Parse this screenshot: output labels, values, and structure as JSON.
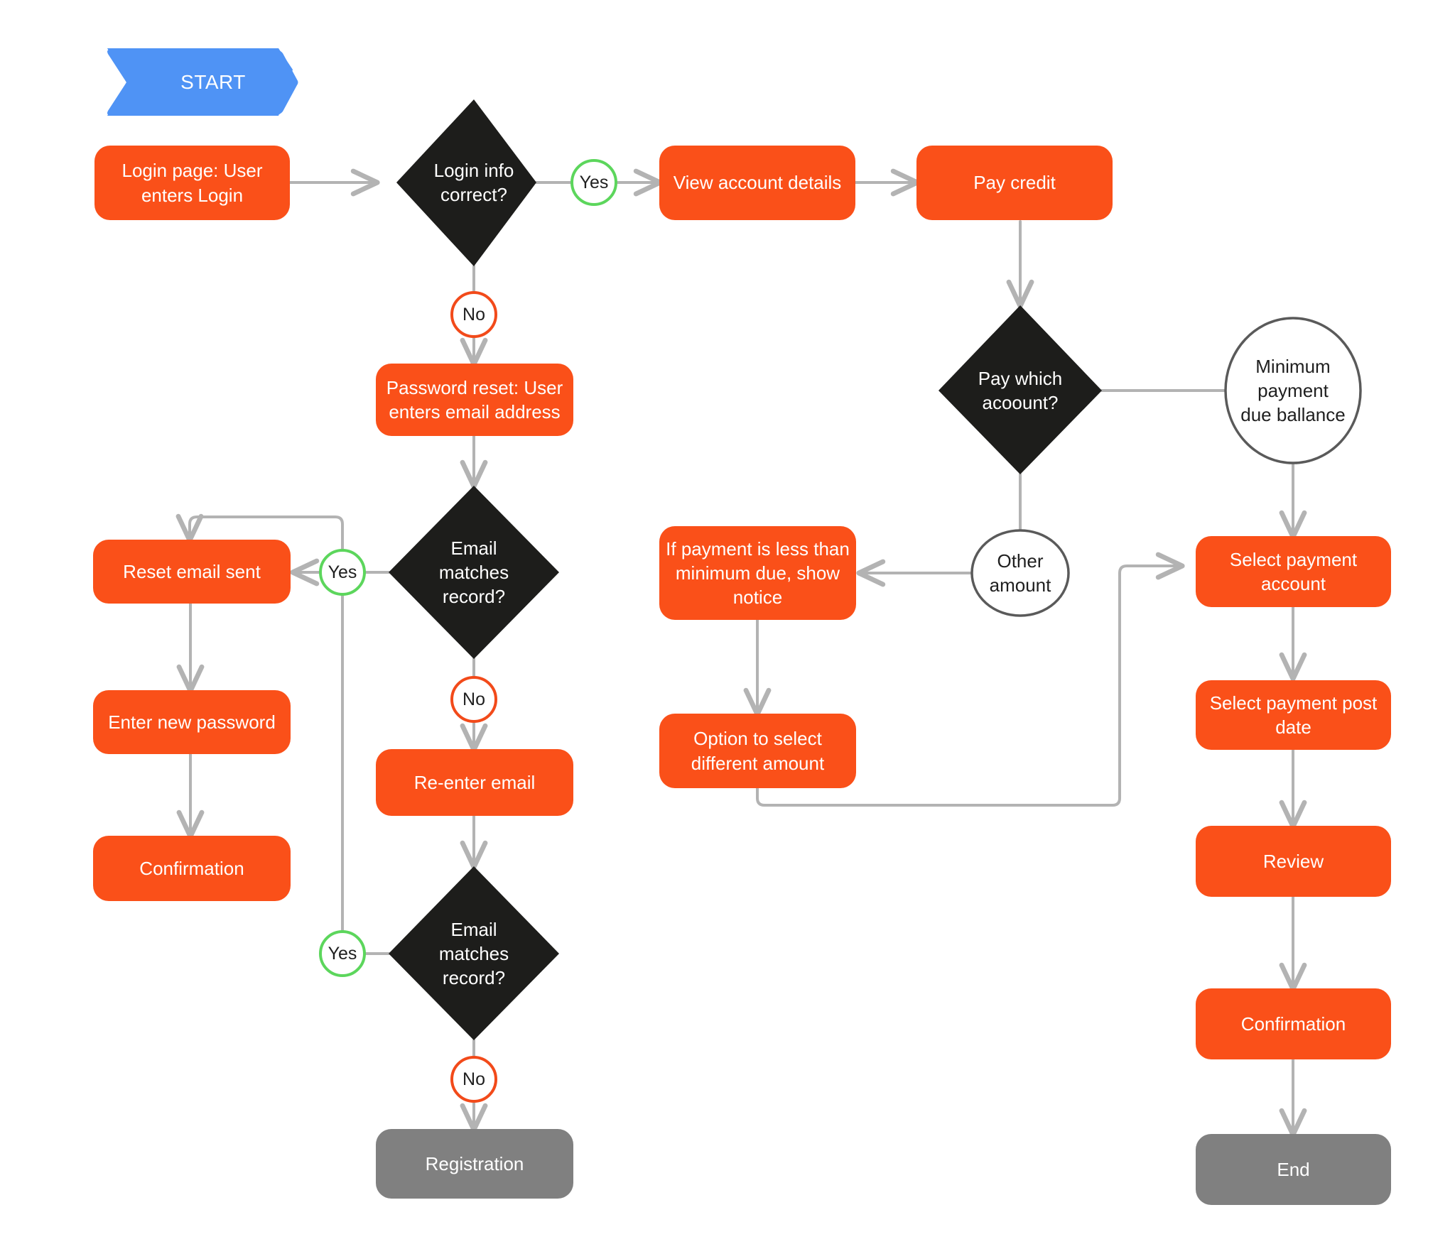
{
  "diagram": {
    "title": "Login and credit card payment flow",
    "colors": {
      "process_fill": "#fa5019",
      "decision_fill": "#1d1d1b",
      "terminal_fill": "#808080",
      "start_fill": "#4f93f5",
      "connector": "#b3b3b3",
      "yes_border": "#5cd65c",
      "no_border": "#f24a1a",
      "circle_border": "#5a5a5a",
      "text_light": "#ffffff",
      "text_dark": "#1f1f1f"
    },
    "nodes": {
      "start": {
        "label": "START",
        "shape": "chevron-banner"
      },
      "login_page": {
        "label": "Login page: User\nenters Login",
        "shape": "process"
      },
      "login_info_correct": {
        "label": "Login info\ncorrect?",
        "shape": "decision"
      },
      "yes_login": {
        "label": "Yes",
        "shape": "circle"
      },
      "no_login": {
        "label": "No",
        "shape": "circle"
      },
      "view_account_details": {
        "label": "View account details",
        "shape": "process"
      },
      "pay_credit": {
        "label": "Pay credit",
        "shape": "process"
      },
      "pay_which_account": {
        "label": "Pay which\nacoount?",
        "shape": "decision"
      },
      "minimum_payment": {
        "label": "Minimum\npayment\ndue ballance",
        "shape": "circle"
      },
      "other_amount": {
        "label": "Other\namount",
        "shape": "circle"
      },
      "less_than_minimum_notice": {
        "label": "If payment is less than\nminimum due, show\nnotice",
        "shape": "process"
      },
      "option_different_amount": {
        "label": "Option to select\ndifferent amount",
        "shape": "process"
      },
      "select_payment_account": {
        "label": "Select payment\naccount",
        "shape": "process"
      },
      "select_payment_post_date": {
        "label": "Select payment post\ndate",
        "shape": "process"
      },
      "review": {
        "label": "Review",
        "shape": "process"
      },
      "confirmation_pay": {
        "label": "Confirmation",
        "shape": "process"
      },
      "end": {
        "label": "End",
        "shape": "terminal"
      },
      "password_reset": {
        "label": "Password reset: User\nenters email address",
        "shape": "process"
      },
      "email_matches_1": {
        "label": "Email\nmatches\nrecord?",
        "shape": "decision"
      },
      "yes_email_1": {
        "label": "Yes",
        "shape": "circle"
      },
      "no_email_1": {
        "label": "No",
        "shape": "circle"
      },
      "reset_email_sent": {
        "label": "Reset email sent",
        "shape": "process"
      },
      "enter_new_password": {
        "label": "Enter new password",
        "shape": "process"
      },
      "confirmation_reset": {
        "label": "Confirmation",
        "shape": "process"
      },
      "re_enter_email": {
        "label": "Re-enter email",
        "shape": "process"
      },
      "email_matches_2": {
        "label": "Email\nmatches\nrecord?",
        "shape": "decision"
      },
      "yes_email_2": {
        "label": "Yes",
        "shape": "circle"
      },
      "no_email_2": {
        "label": "No",
        "shape": "circle"
      },
      "registration": {
        "label": "Registration",
        "shape": "terminal"
      }
    },
    "edges": [
      {
        "from": "login_page",
        "to": "login_info_correct",
        "label": ""
      },
      {
        "from": "login_info_correct",
        "to": "view_account_details",
        "label": "Yes"
      },
      {
        "from": "view_account_details",
        "to": "pay_credit",
        "label": ""
      },
      {
        "from": "pay_credit",
        "to": "pay_which_account",
        "label": ""
      },
      {
        "from": "pay_which_account",
        "to": "minimum_payment",
        "label": ""
      },
      {
        "from": "pay_which_account",
        "to": "other_amount",
        "label": ""
      },
      {
        "from": "minimum_payment",
        "to": "select_payment_account",
        "label": ""
      },
      {
        "from": "other_amount",
        "to": "less_than_minimum_notice",
        "label": ""
      },
      {
        "from": "less_than_minimum_notice",
        "to": "option_different_amount",
        "label": ""
      },
      {
        "from": "option_different_amount",
        "to": "select_payment_account",
        "label": ""
      },
      {
        "from": "select_payment_account",
        "to": "select_payment_post_date",
        "label": ""
      },
      {
        "from": "select_payment_post_date",
        "to": "review",
        "label": ""
      },
      {
        "from": "review",
        "to": "confirmation_pay",
        "label": ""
      },
      {
        "from": "confirmation_pay",
        "to": "end",
        "label": ""
      },
      {
        "from": "login_info_correct",
        "to": "password_reset",
        "label": "No"
      },
      {
        "from": "password_reset",
        "to": "email_matches_1",
        "label": ""
      },
      {
        "from": "email_matches_1",
        "to": "reset_email_sent",
        "label": "Yes"
      },
      {
        "from": "reset_email_sent",
        "to": "enter_new_password",
        "label": ""
      },
      {
        "from": "enter_new_password",
        "to": "confirmation_reset",
        "label": ""
      },
      {
        "from": "email_matches_1",
        "to": "re_enter_email",
        "label": "No"
      },
      {
        "from": "re_enter_email",
        "to": "email_matches_2",
        "label": ""
      },
      {
        "from": "email_matches_2",
        "to": "reset_email_sent",
        "label": "Yes"
      },
      {
        "from": "email_matches_2",
        "to": "registration",
        "label": "No"
      }
    ]
  }
}
